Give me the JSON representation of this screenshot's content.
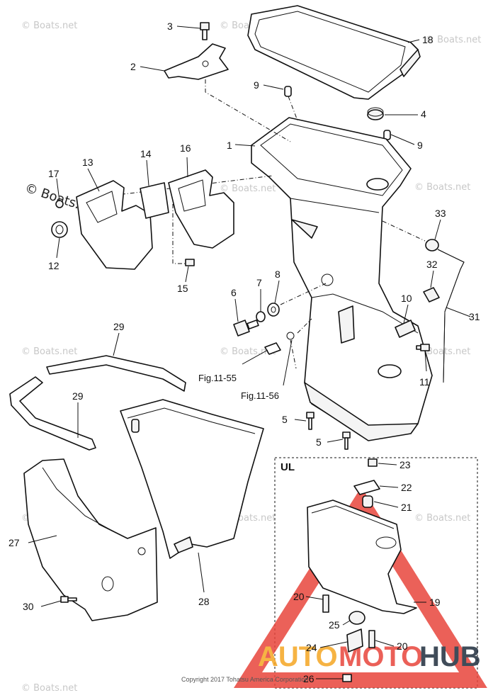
{
  "watermark": {
    "text": "© Boats.net",
    "logo_word_auto": "AUTO",
    "logo_word_moto": "MOTO",
    "logo_word_hub": "HUB",
    "logo_colors": {
      "auto": "#f5a623",
      "moto": "#e8453c",
      "hub": "#1f2d3d"
    }
  },
  "copyright": "Copyright 2017 Tohatsu America Corporation",
  "ul_box_title": "UL",
  "references": {
    "fig_a": "Fig.11-55",
    "fig_b": "Fig.11-56"
  },
  "callouts": {
    "c1": "1",
    "c2": "2",
    "c3": "3",
    "c4": "4",
    "c5a": "5",
    "c5b": "5",
    "c6": "6",
    "c7": "7",
    "c8": "8",
    "c9a": "9",
    "c9b": "9",
    "c10": "10",
    "c11": "11",
    "c12": "12",
    "c13": "13",
    "c14": "14",
    "c15": "15",
    "c16": "16",
    "c17": "17",
    "c18": "18",
    "c19": "19",
    "c20a": "20",
    "c20b": "20",
    "c21": "21",
    "c22": "22",
    "c23": "23",
    "c24": "24",
    "c25": "25",
    "c26": "26",
    "c27": "27",
    "c28": "28",
    "c29a": "29",
    "c29b": "29",
    "c30": "30",
    "c31": "31",
    "c32": "32",
    "c33": "33"
  }
}
